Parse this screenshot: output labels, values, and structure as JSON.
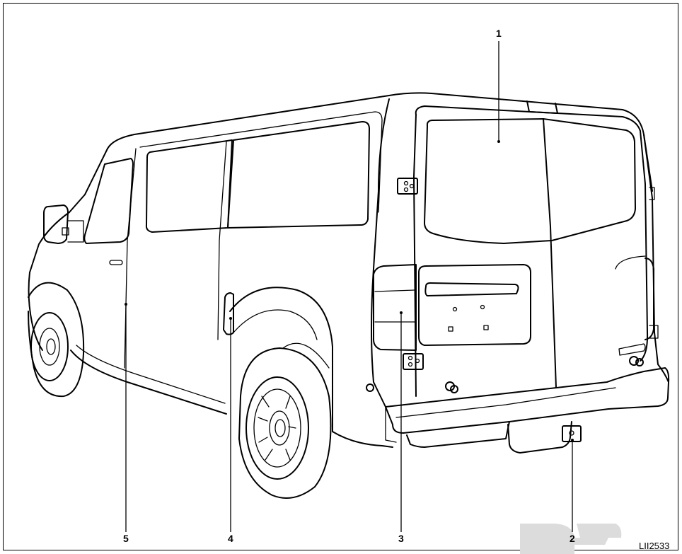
{
  "figure": {
    "code": "LII2533",
    "watermark": "DEP",
    "callouts": [
      {
        "id": "1",
        "label": "1"
      },
      {
        "id": "2",
        "label": "2"
      },
      {
        "id": "3",
        "label": "3"
      },
      {
        "id": "4",
        "label": "4"
      },
      {
        "id": "5",
        "label": "5"
      }
    ]
  },
  "colors": {
    "line": "#000000",
    "background": "#ffffff",
    "watermark": "#d9d9d9"
  }
}
